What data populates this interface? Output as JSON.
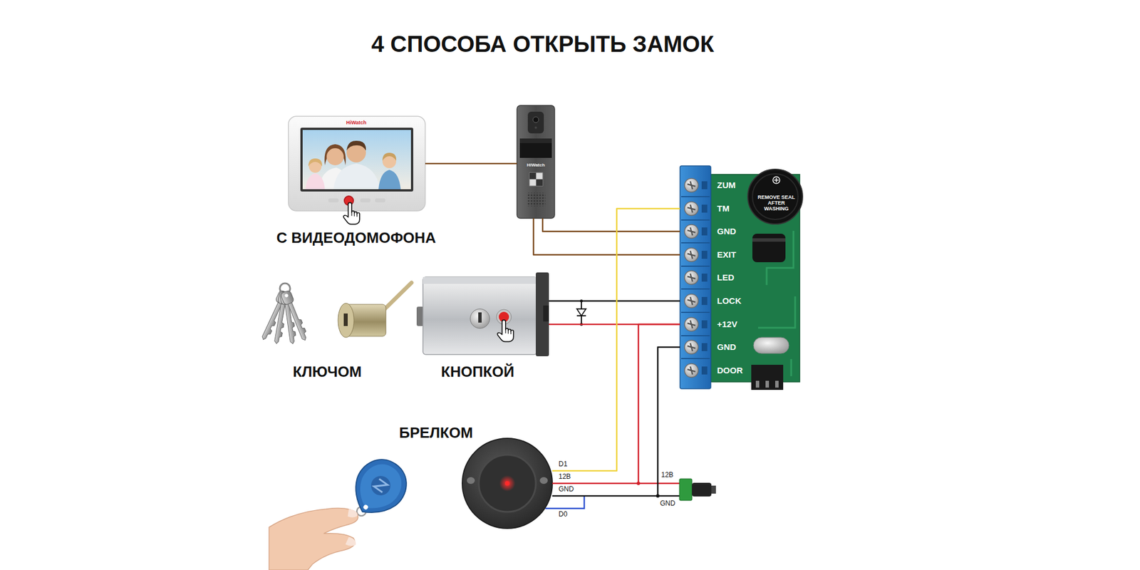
{
  "diagram": {
    "title": "4 СПОСОБА ОТКРЫТЬ ЗАМОК",
    "nodes": [
      {
        "text": [
          "HiWatch",
          "С ВИДЕОДОМОФОНА"
        ]
      },
      {
        "text": [
          "HiWatch"
        ]
      },
      {
        "text": [
          "ZUM",
          "TM",
          "GND",
          "EXIT",
          "LED",
          "LOCK",
          "+12V",
          "GND",
          "DOOR"
        ]
      },
      {
        "text": [
          "КЛЮЧОМ"
        ]
      },
      {
        "text": [
          "КНОПКОЙ"
        ]
      },
      {
        "text": [
          "БРЕЛКОМ"
        ]
      }
    ],
    "edges": [
      {
        "from": 0,
        "to": 1,
        "arrow": "none"
      },
      {
        "from": 1,
        "to": 2,
        "arrow": "none"
      },
      {
        "from": 1,
        "to": 2,
        "arrow": "none"
      },
      {
        "from": 4,
        "to": 2,
        "arrow": "none"
      },
      {
        "from": 4,
        "to": 2,
        "arrow": "none"
      },
      {
        "from": 5,
        "to": 2,
        "arrow": "none"
      },
      {
        "from": 5,
        "to": 2,
        "arrow": "none"
      },
      {
        "from": 5,
        "to": 2,
        "arrow": "none"
      }
    ],
    "labels": [
      "REMOVE SEAL AFTER WASHING",
      "D1",
      "12В",
      "GND",
      "D0",
      "12В",
      "GND"
    ]
  }
}
